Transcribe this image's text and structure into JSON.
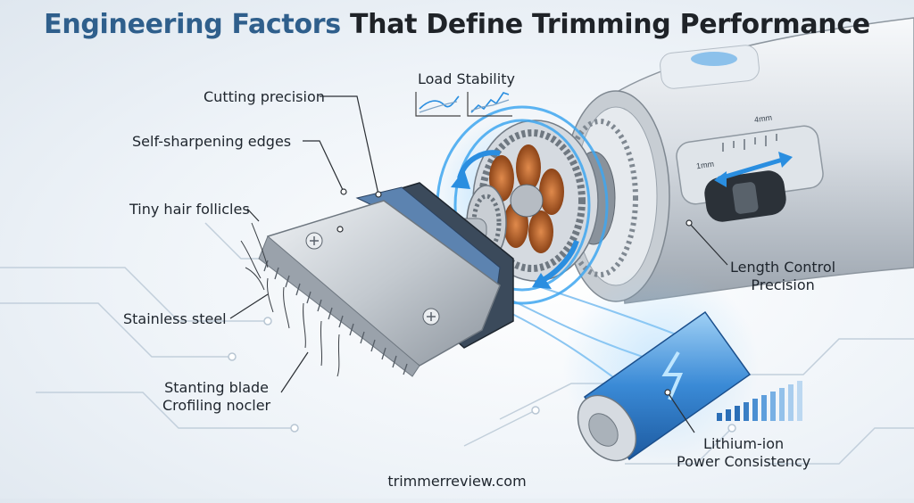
{
  "title": {
    "highlight": "Engineering Factors",
    "rest": "That Define Trimming Performance"
  },
  "callouts": {
    "cutting_precision": "Cutting precision",
    "self_sharpening": "Self-sharpening edges",
    "tiny_hair": "Tiny hair follicles",
    "stainless": "Stainless steel",
    "blade_line1": "Stanting blade",
    "blade_line2": "Crofiling nocler",
    "load_stability": "Load Stability",
    "length_line1": "Length Control",
    "length_line2": "Precision",
    "lithium_line1": "Lithium-ion",
    "lithium_line2": "Power Consistency"
  },
  "dial": {
    "tick_label_top": "4mm",
    "tick_label_bottom": "1mm"
  },
  "website": "trimmerreview.com",
  "colors": {
    "accent": "#2f5f8c",
    "glow": "#3aa0e8",
    "copper": "#b8622c",
    "steel": "#c9ced4"
  }
}
